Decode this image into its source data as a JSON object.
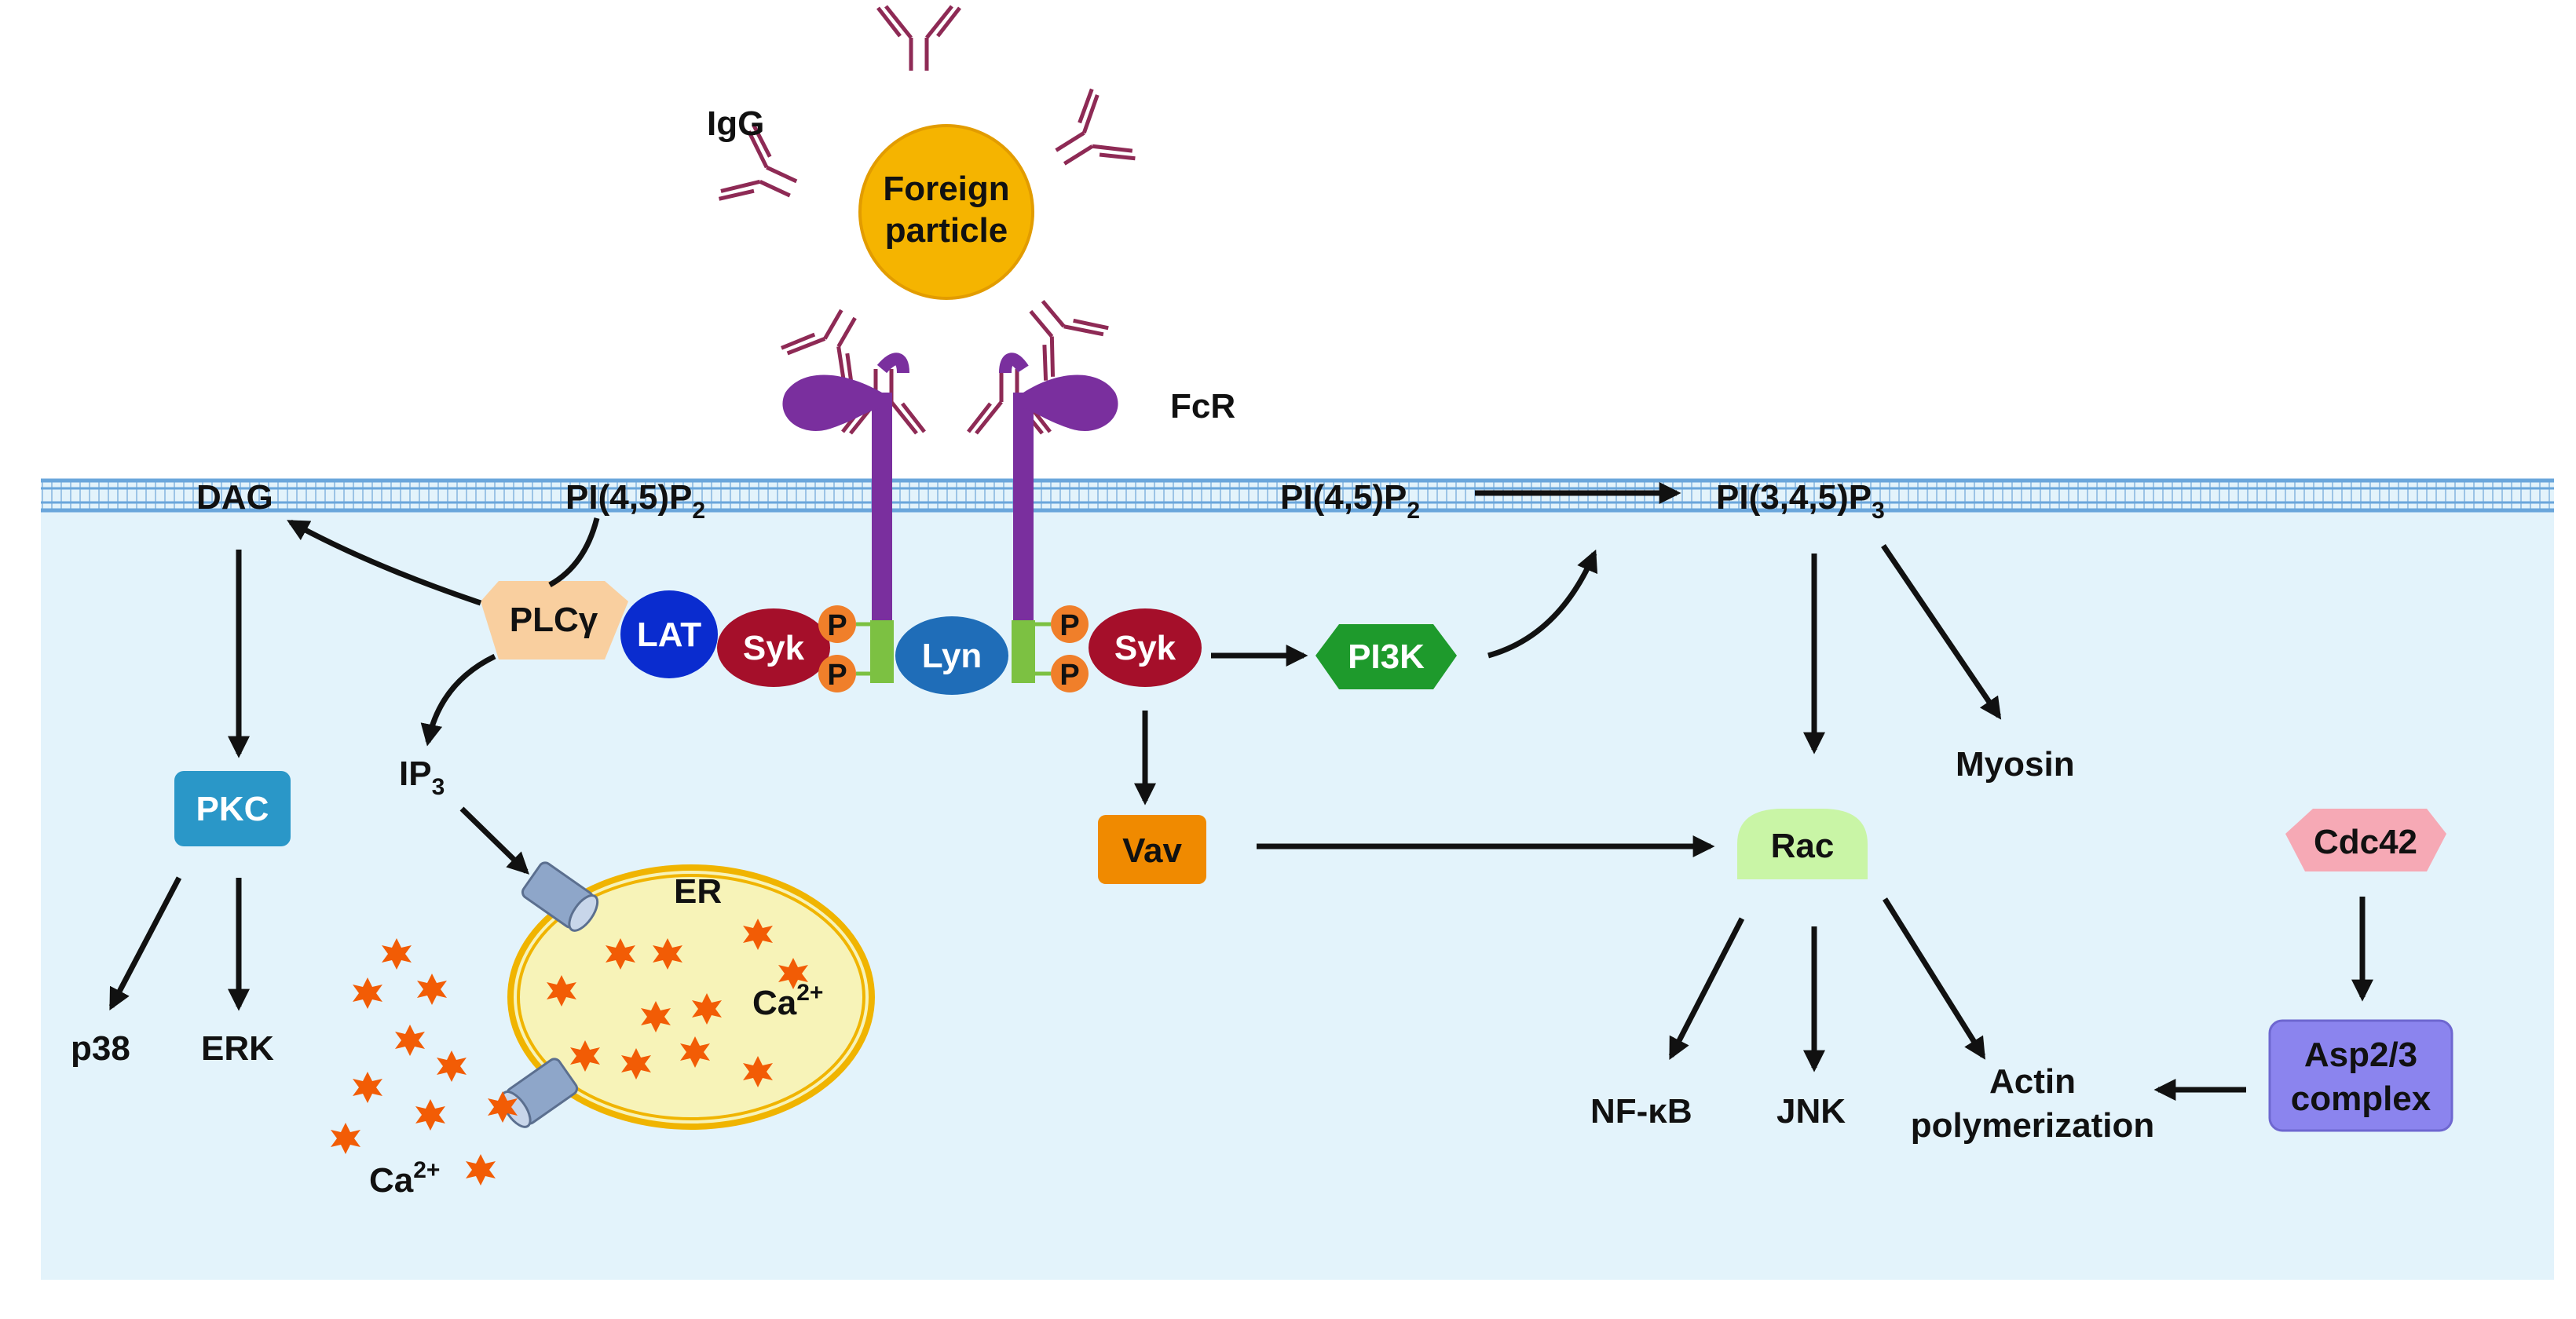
{
  "labels": {
    "igg": "IgG",
    "foreign_particle_line1": "Foreign",
    "foreign_particle_line2": "particle",
    "fcr": "FcR",
    "dag": "DAG",
    "pip2_left": "PI(4,5)P",
    "pip2_left_sub": "2",
    "pip2_right": "PI(4,5)P",
    "pip2_right_sub": "2",
    "pip3": "PI(3,4,5)P",
    "pip3_sub": "3",
    "plcg": "PLCγ",
    "lat": "LAT",
    "syk_left": "Syk",
    "syk_right": "Syk",
    "lyn": "Lyn",
    "p": "P",
    "pi3k": "PI3K",
    "ip3": "IP",
    "ip3_sub": "3",
    "pkc": "PKC",
    "p38": "p38",
    "erk": "ERK",
    "er": "ER",
    "ca_er": "Ca",
    "ca_er_sup": "2+",
    "ca_cyto": "Ca",
    "ca_cyto_sup": "2+",
    "vav": "Vav",
    "rac": "Rac",
    "myosin": "Myosin",
    "cdc42": "Cdc42",
    "arp_line1": "Asp2/3",
    "arp_line2": "complex",
    "nfkb": "NF-κB",
    "jnk": "JNK",
    "actin_line1": "Actin",
    "actin_line2": "polymerization"
  },
  "colors": {
    "cytoplasm": "#e3f3fb",
    "membrane": "#7ab3e0",
    "foreign_particle": "#f5b400",
    "igg": "#8e2a55",
    "fcr": "#7a2f9e",
    "fcr_anchor": "#7cc142",
    "plcg": "#f9cf9f",
    "lat": "#0a2ccf",
    "syk": "#a50f2a",
    "lyn": "#1f6db8",
    "phospho": "#f07f2a",
    "pi3k": "#1e9a2c",
    "pkc": "#2a97c8",
    "vav": "#f08a00",
    "rac": "#c9f5a6",
    "cdc42": "#f6a9b5",
    "arp": "#8b84ee",
    "er_fill": "#f7f3b8",
    "er_edge": "#f0b400",
    "calcium": "#f25c05",
    "channel": "#8ea6c9"
  }
}
